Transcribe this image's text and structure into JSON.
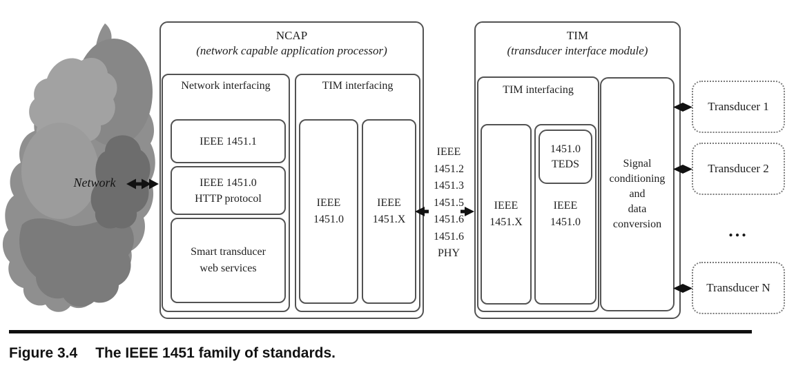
{
  "figure": {
    "caption_label": "Figure 3.4",
    "caption_text": "The IEEE 1451 family of standards."
  },
  "cloud": {
    "label": "Network"
  },
  "ncap": {
    "title": "NCAP",
    "subtitle": "(network capable application processor)",
    "network_interfacing": {
      "label": "Network interfacing",
      "box1": "IEEE 1451.1",
      "box2": "IEEE 1451.0\nHTTP protocol",
      "box3": "Smart transducer\nweb services"
    },
    "tim_interfacing": {
      "label": "TIM interfacing",
      "col_left": "IEEE\n1451.0",
      "col_right": "IEEE\n1451.X"
    }
  },
  "link": {
    "list": "IEEE\n1451.2\n1451.3\n1451.5\n1451.6\n1451.6\nPHY"
  },
  "tim": {
    "title": "TIM",
    "subtitle": "(transducer interface module)",
    "tim_interfacing": {
      "label": "TIM interfacing",
      "col_left": "IEEE\n1451.X",
      "col_right": "IEEE\n1451.0",
      "teds": "1451.0\nTEDS"
    },
    "signal_box": "Signal\nconditioning\nand\ndata\nconversion"
  },
  "transducers": {
    "item1": "Transducer 1",
    "item2": "Transducer 2",
    "ellipsis": "...",
    "itemN": "Transducer N"
  },
  "colors": {
    "box_border": "#525252",
    "transducer_border": "#787878",
    "cloud_gray": "#8f8f8f",
    "text": "#1e1e1e",
    "rule": "#0f0f0f"
  }
}
